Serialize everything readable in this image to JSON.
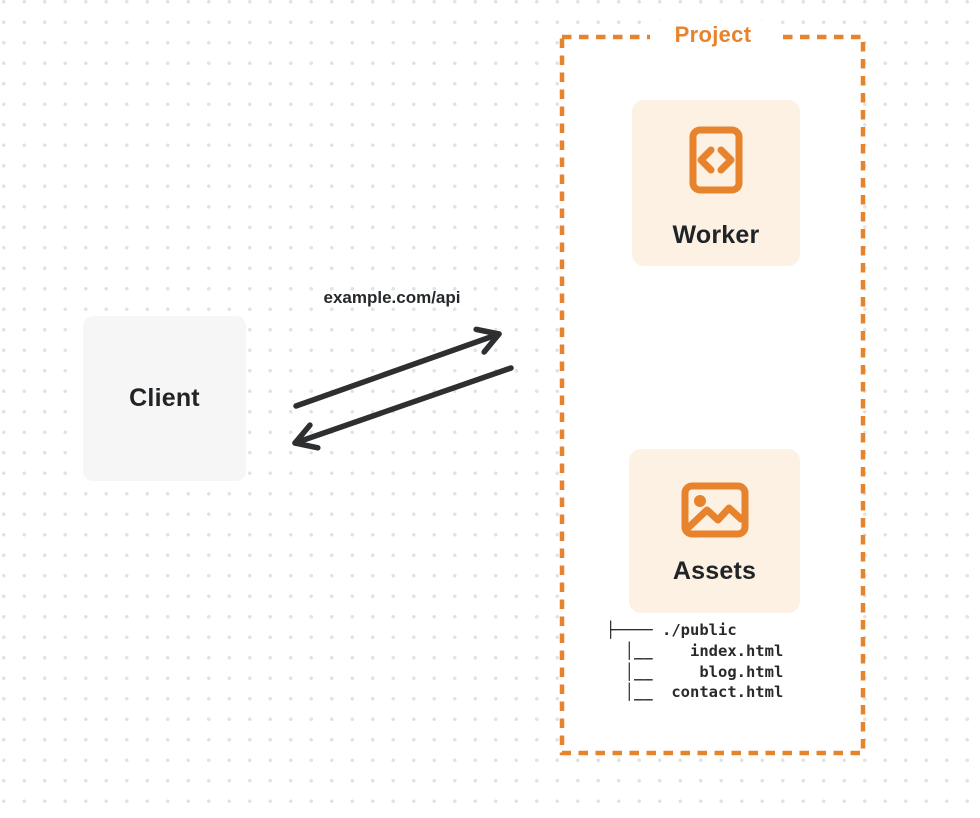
{
  "page": {
    "bg_color": "#ffffff",
    "dot_color": "#e2e2e2",
    "accent_color": "#e8832d",
    "arrow_color": "#2d2f31"
  },
  "client_box": {
    "label": "Client"
  },
  "request_arrow": {
    "label": "example.com/api"
  },
  "project_group": {
    "label": "Project",
    "worker_card": {
      "label": "Worker",
      "icon": "code-file-icon"
    },
    "assets_card": {
      "label": "Assets",
      "icon": "image-icon"
    },
    "file_tree": {
      "root": "./public",
      "files": [
        "index.html",
        "blog.html",
        "contact.html"
      ],
      "lines": [
        "├──── ./public",
        "  │__    index.html",
        "  │__     blog.html",
        "  │__  contact.html"
      ]
    }
  }
}
